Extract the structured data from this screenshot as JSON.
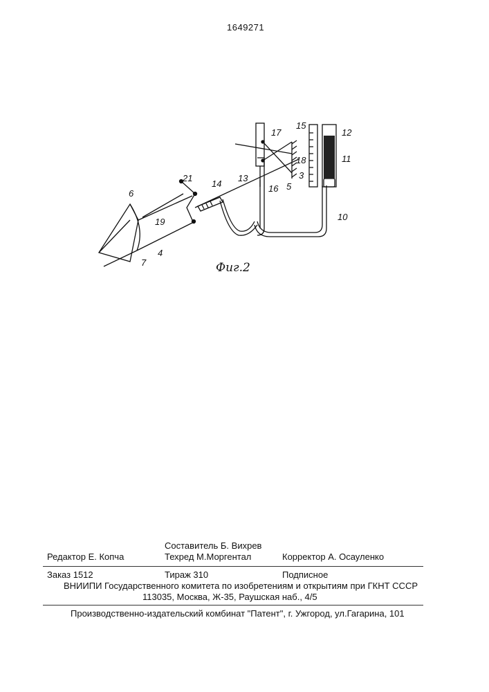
{
  "page_number": "1649271",
  "figure": {
    "caption": "Фиг.2",
    "labels": [
      "6",
      "7",
      "4",
      "19",
      "21",
      "14",
      "13",
      "16",
      "17",
      "18",
      "3",
      "5",
      "15",
      "12",
      "11",
      "10"
    ]
  },
  "colophon": {
    "editor": "Редактор  Е. Копча",
    "compiler": "Составитель  Б. Вихрев",
    "techred": "Техред М.Моргентал",
    "corrector": "Корректор  А. Осауленко",
    "order": "Заказ  1512",
    "circulation": "Тираж  310",
    "subscription": "Подписное",
    "institute": "ВНИИПИ Государственного комитета по изобретениям и открытиям при ГКНТ СССР",
    "address": "113035, Москва, Ж-35, Раушская наб., 4/5",
    "publisher": "Производственно-издательский комбинат \"Патент\", г. Ужгород, ул.Гагарина, 101"
  }
}
